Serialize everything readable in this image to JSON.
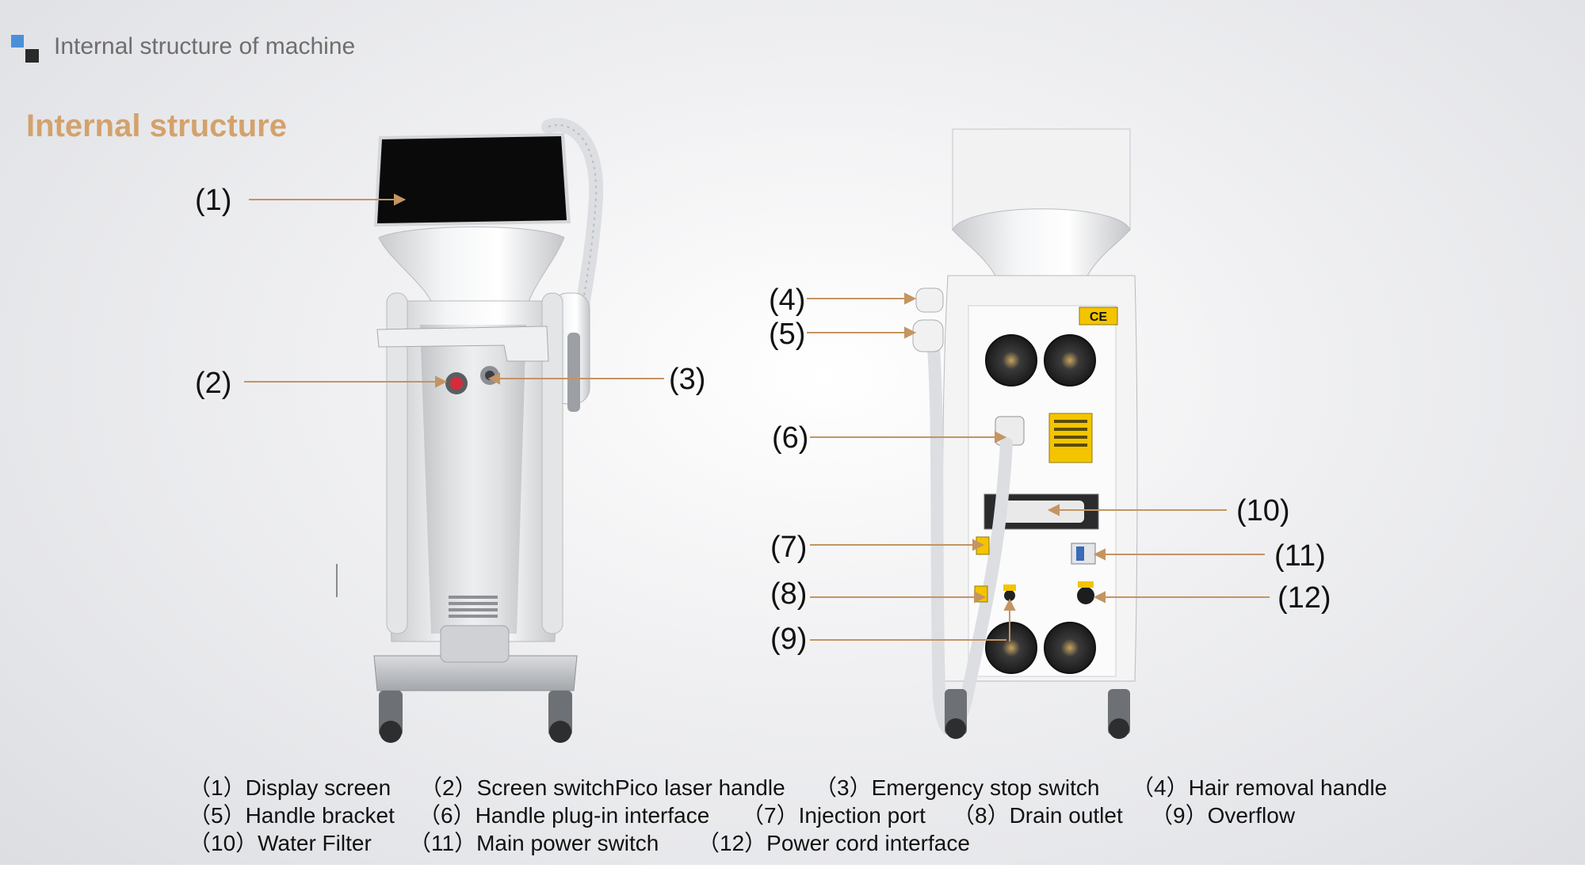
{
  "header": {
    "title": "Internal structure of machine"
  },
  "section": {
    "title": "Internal structure"
  },
  "colors": {
    "accent": "#d3a26c",
    "leader": "#c49463",
    "logo_blue": "#4a90d9",
    "logo_dark": "#2a2a2a"
  },
  "callouts": [
    "(1)",
    "(2)",
    "(3)",
    "(4)",
    "(5)",
    "(6)",
    "(7)",
    "(8)",
    "(9)",
    "(10)",
    "(11)",
    "(12)"
  ],
  "legend": {
    "rows": [
      [
        "（1）Display screen",
        "（2）Screen switchPico laser handle",
        "（3）Emergency stop switch",
        "（4）Hair removal handle"
      ],
      [
        "（5）Handle bracket",
        "（6）Handle plug-in interface",
        "（7）Injection port",
        "（8）Drain outlet",
        "（9）Overflow"
      ],
      [
        "（10）Water Filter",
        "（11）Main power switch",
        "（12）Power cord interface"
      ]
    ]
  },
  "labels": {
    "ce_mark": "CE"
  }
}
